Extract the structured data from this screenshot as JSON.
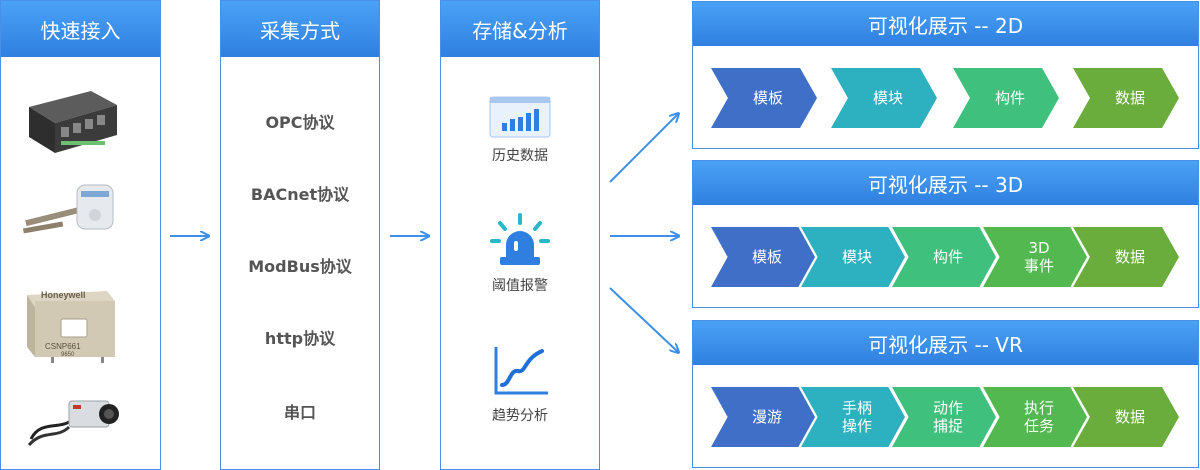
{
  "columns": {
    "access": {
      "title": "快速接入",
      "devices": [
        {
          "icon": "controller-device-icon",
          "logo_text": ""
        },
        {
          "icon": "sensor-probe-icon",
          "logo_text": ""
        },
        {
          "icon": "current-sensor-icon",
          "logo_text": "Honeywell",
          "model_text": "CSNP661",
          "sub_text": "9650"
        },
        {
          "icon": "camera-icon",
          "logo_text": ""
        }
      ]
    },
    "collect": {
      "title": "采集方式",
      "protocols": [
        "OPC协议",
        "BACnet协议",
        "ModBus协议",
        "http协议",
        "串口"
      ]
    },
    "store": {
      "title": "存储&分析",
      "items": [
        {
          "label": "历史数据",
          "icon": "bar-chart-icon"
        },
        {
          "label": "阈值报警",
          "icon": "alarm-light-icon"
        },
        {
          "label": "趋势分析",
          "icon": "trend-chart-icon"
        }
      ]
    }
  },
  "panels": [
    {
      "title": "可视化展示 -- 2D",
      "steps": [
        "模板",
        "模块",
        "构件",
        "数据"
      ]
    },
    {
      "title": "可视化展示 -- 3D",
      "steps": [
        "模板",
        "模块",
        "构件",
        "3D\n事件",
        "数据"
      ]
    },
    {
      "title": "可视化展示 -- VR",
      "steps": [
        "漫游",
        "手柄\n操作",
        "动作\n捕捉",
        "执行\n任务",
        "数据"
      ]
    }
  ],
  "colors": {
    "header_blue": "#3a8ff0",
    "border_blue": "#4a8fe7",
    "arrow_blue": "#3d8fe8",
    "step_colors": [
      "#3f6fc6",
      "#2db1c0",
      "#3fc07c",
      "#52b84f",
      "#6aad3c"
    ]
  }
}
